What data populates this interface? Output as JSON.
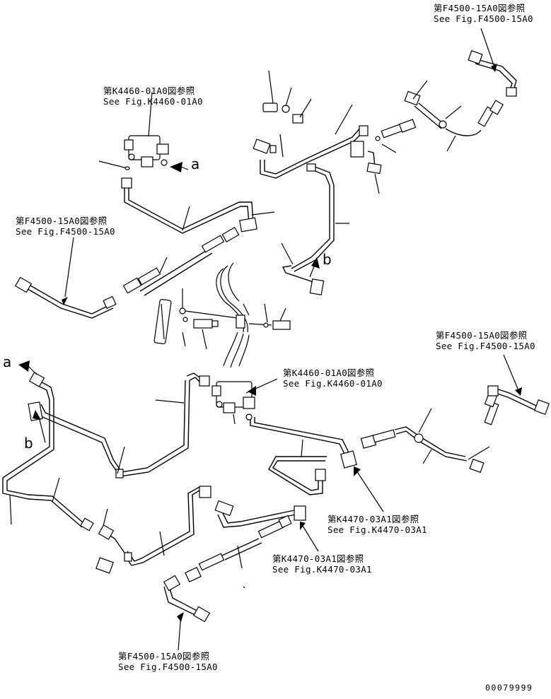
{
  "references": {
    "top_right": {
      "line1": "第F4500-15A0図参照",
      "line2": "See Fig.F4500-15A0"
    },
    "upper_left_valve": {
      "line1": "第K4460-01A0図参照",
      "line2": "See Fig.K4460-01A0"
    },
    "left": {
      "line1": "第F4500-15A0図参照",
      "line2": "See Fig.F4500-15A0"
    },
    "mid_right": {
      "line1": "第F4500-15A0図参照",
      "line2": "See Fig.F4500-15A0"
    },
    "center_valve": {
      "line1": "第K4460-01A0図参照",
      "line2": "See Fig.K4460-01A0"
    },
    "elbow_right": {
      "line1": "第K4470-03A1図参照",
      "line2": "See Fig.K4470-03A1"
    },
    "elbow_center": {
      "line1": "第K4470-03A1図参照",
      "line2": "See Fig.K4470-03A1"
    },
    "bottom": {
      "line1": "第F4500-15A0図参照",
      "line2": "See Fig.F4500-15A0"
    }
  },
  "connection_letters": {
    "a_upper": "a",
    "b_upper": "b",
    "a_lower": "a",
    "b_lower": "b"
  },
  "drawing_number": "00079999"
}
